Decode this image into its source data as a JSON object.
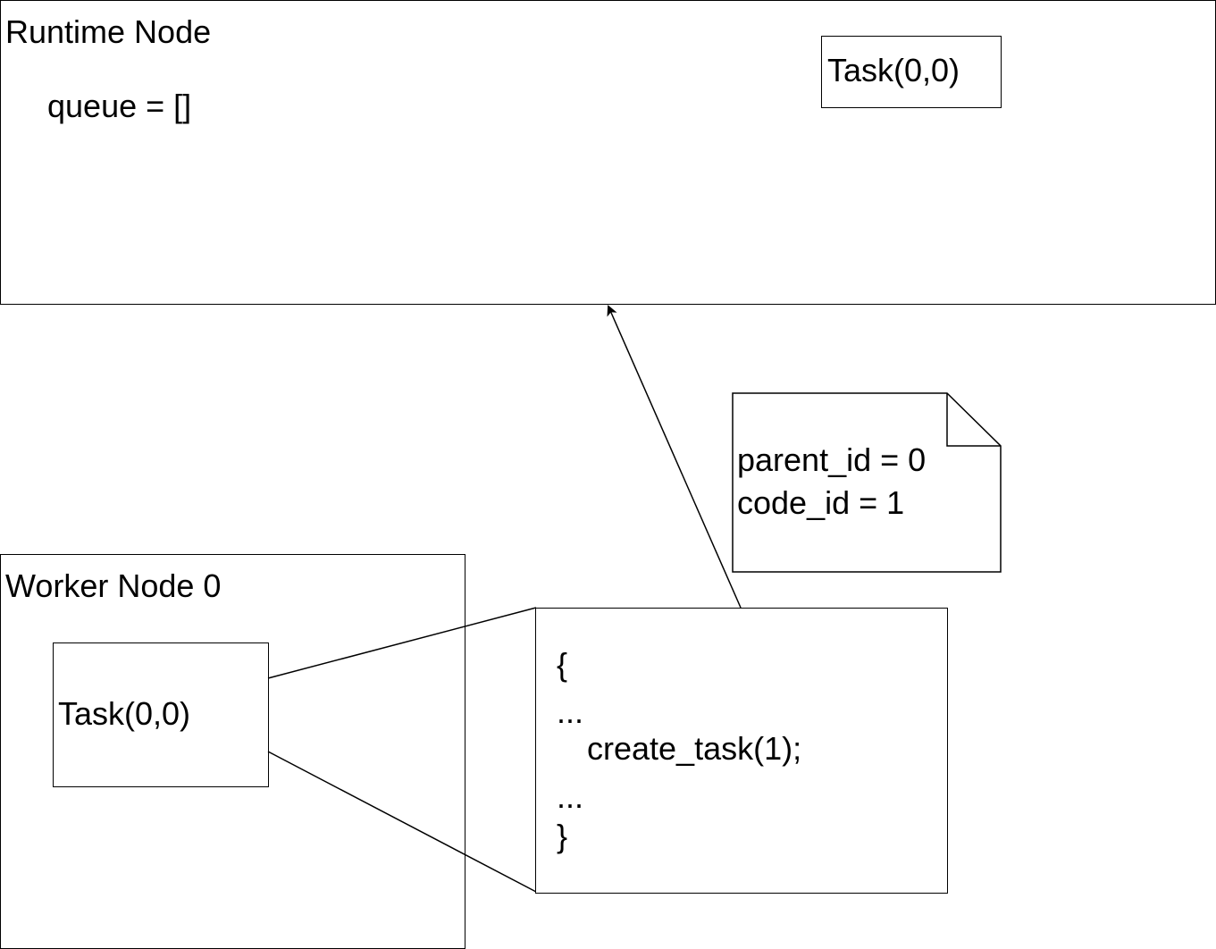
{
  "runtime_node": {
    "title": "Runtime Node",
    "queue_text": "queue = []",
    "task_label": "Task(0,0)"
  },
  "worker_node": {
    "title": "Worker Node 0",
    "task_label": "Task(0,0)"
  },
  "code_block": {
    "lines": [
      "{",
      "...",
      "create_task(1);",
      "...",
      "}"
    ]
  },
  "note": {
    "lines": [
      "parent_id = 0",
      "code_id = 1"
    ]
  }
}
